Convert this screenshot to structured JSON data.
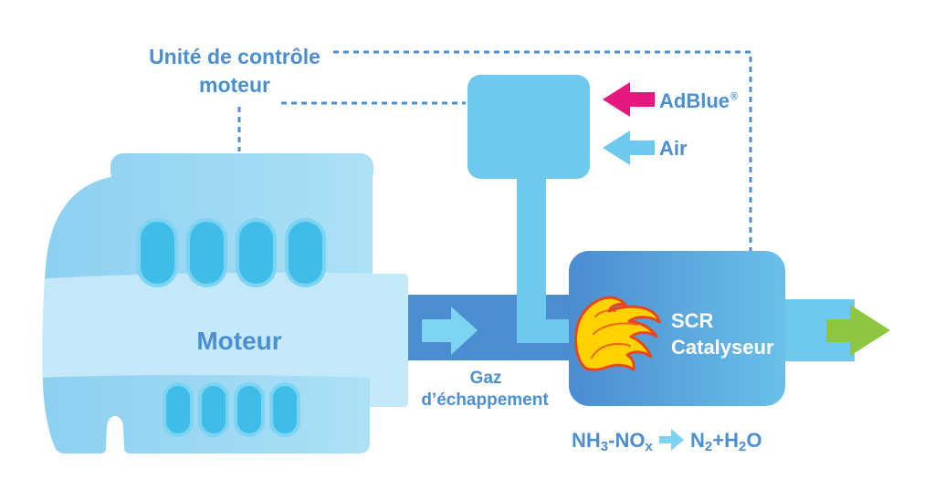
{
  "diagram": {
    "ecu_label": {
      "line1": "Unité de contrôle",
      "line2": "moteur"
    },
    "adblue": {
      "label": "AdBlue",
      "mark": "®"
    },
    "air": {
      "label": "Air"
    },
    "engine": {
      "label": "Moteur"
    },
    "exhaust": {
      "line1": "Gaz",
      "line2": "d’échappement"
    },
    "scr": {
      "line1": "SCR",
      "line2": "Catalyseur"
    },
    "reaction": {
      "reactants": [
        {
          "base": "NH",
          "sub": "3"
        },
        {
          "base": "-NO",
          "sub": "x"
        }
      ],
      "products": [
        {
          "base": "N",
          "sub": "2"
        },
        {
          "base": "+H",
          "sub": "2"
        },
        {
          "base": "O"
        }
      ]
    }
  },
  "icons": {
    "adblue_inlet": "arrow-left-icon",
    "air_inlet": "arrow-left-icon",
    "exhaust_flow": "arrow-right-icon",
    "outlet_flow": "arrow-right-icon",
    "reaction": "arrow-right-icon",
    "catalyst": "flame-icon"
  },
  "colors": {
    "label_text": "#4a8fd1",
    "control_line": "#4a8fd1",
    "engine_dark": "#8cd0f0",
    "engine_light": "#b0e2f7",
    "engine_band": "#c3e9f9",
    "cylinder_outer": "#7dd3f2",
    "cylinder_inner": "#3fbde8",
    "exhaust_pipe": "#4a8ed1",
    "flow_arrow": "#7dd3f2",
    "dosing_unit": "#6fc9ed",
    "adblue_arrow": "#e4187d",
    "air_arrow": "#6fc9ed",
    "scr_dark": "#4a8cd0",
    "scr_light": "#6ac0ea",
    "scr_text": "#ffffff",
    "outlet_pipe": "#6fc9ed",
    "outlet_arrow": "#8dc63f",
    "flame_fill": "#ffd200",
    "flame_outline": "#e8461d"
  }
}
